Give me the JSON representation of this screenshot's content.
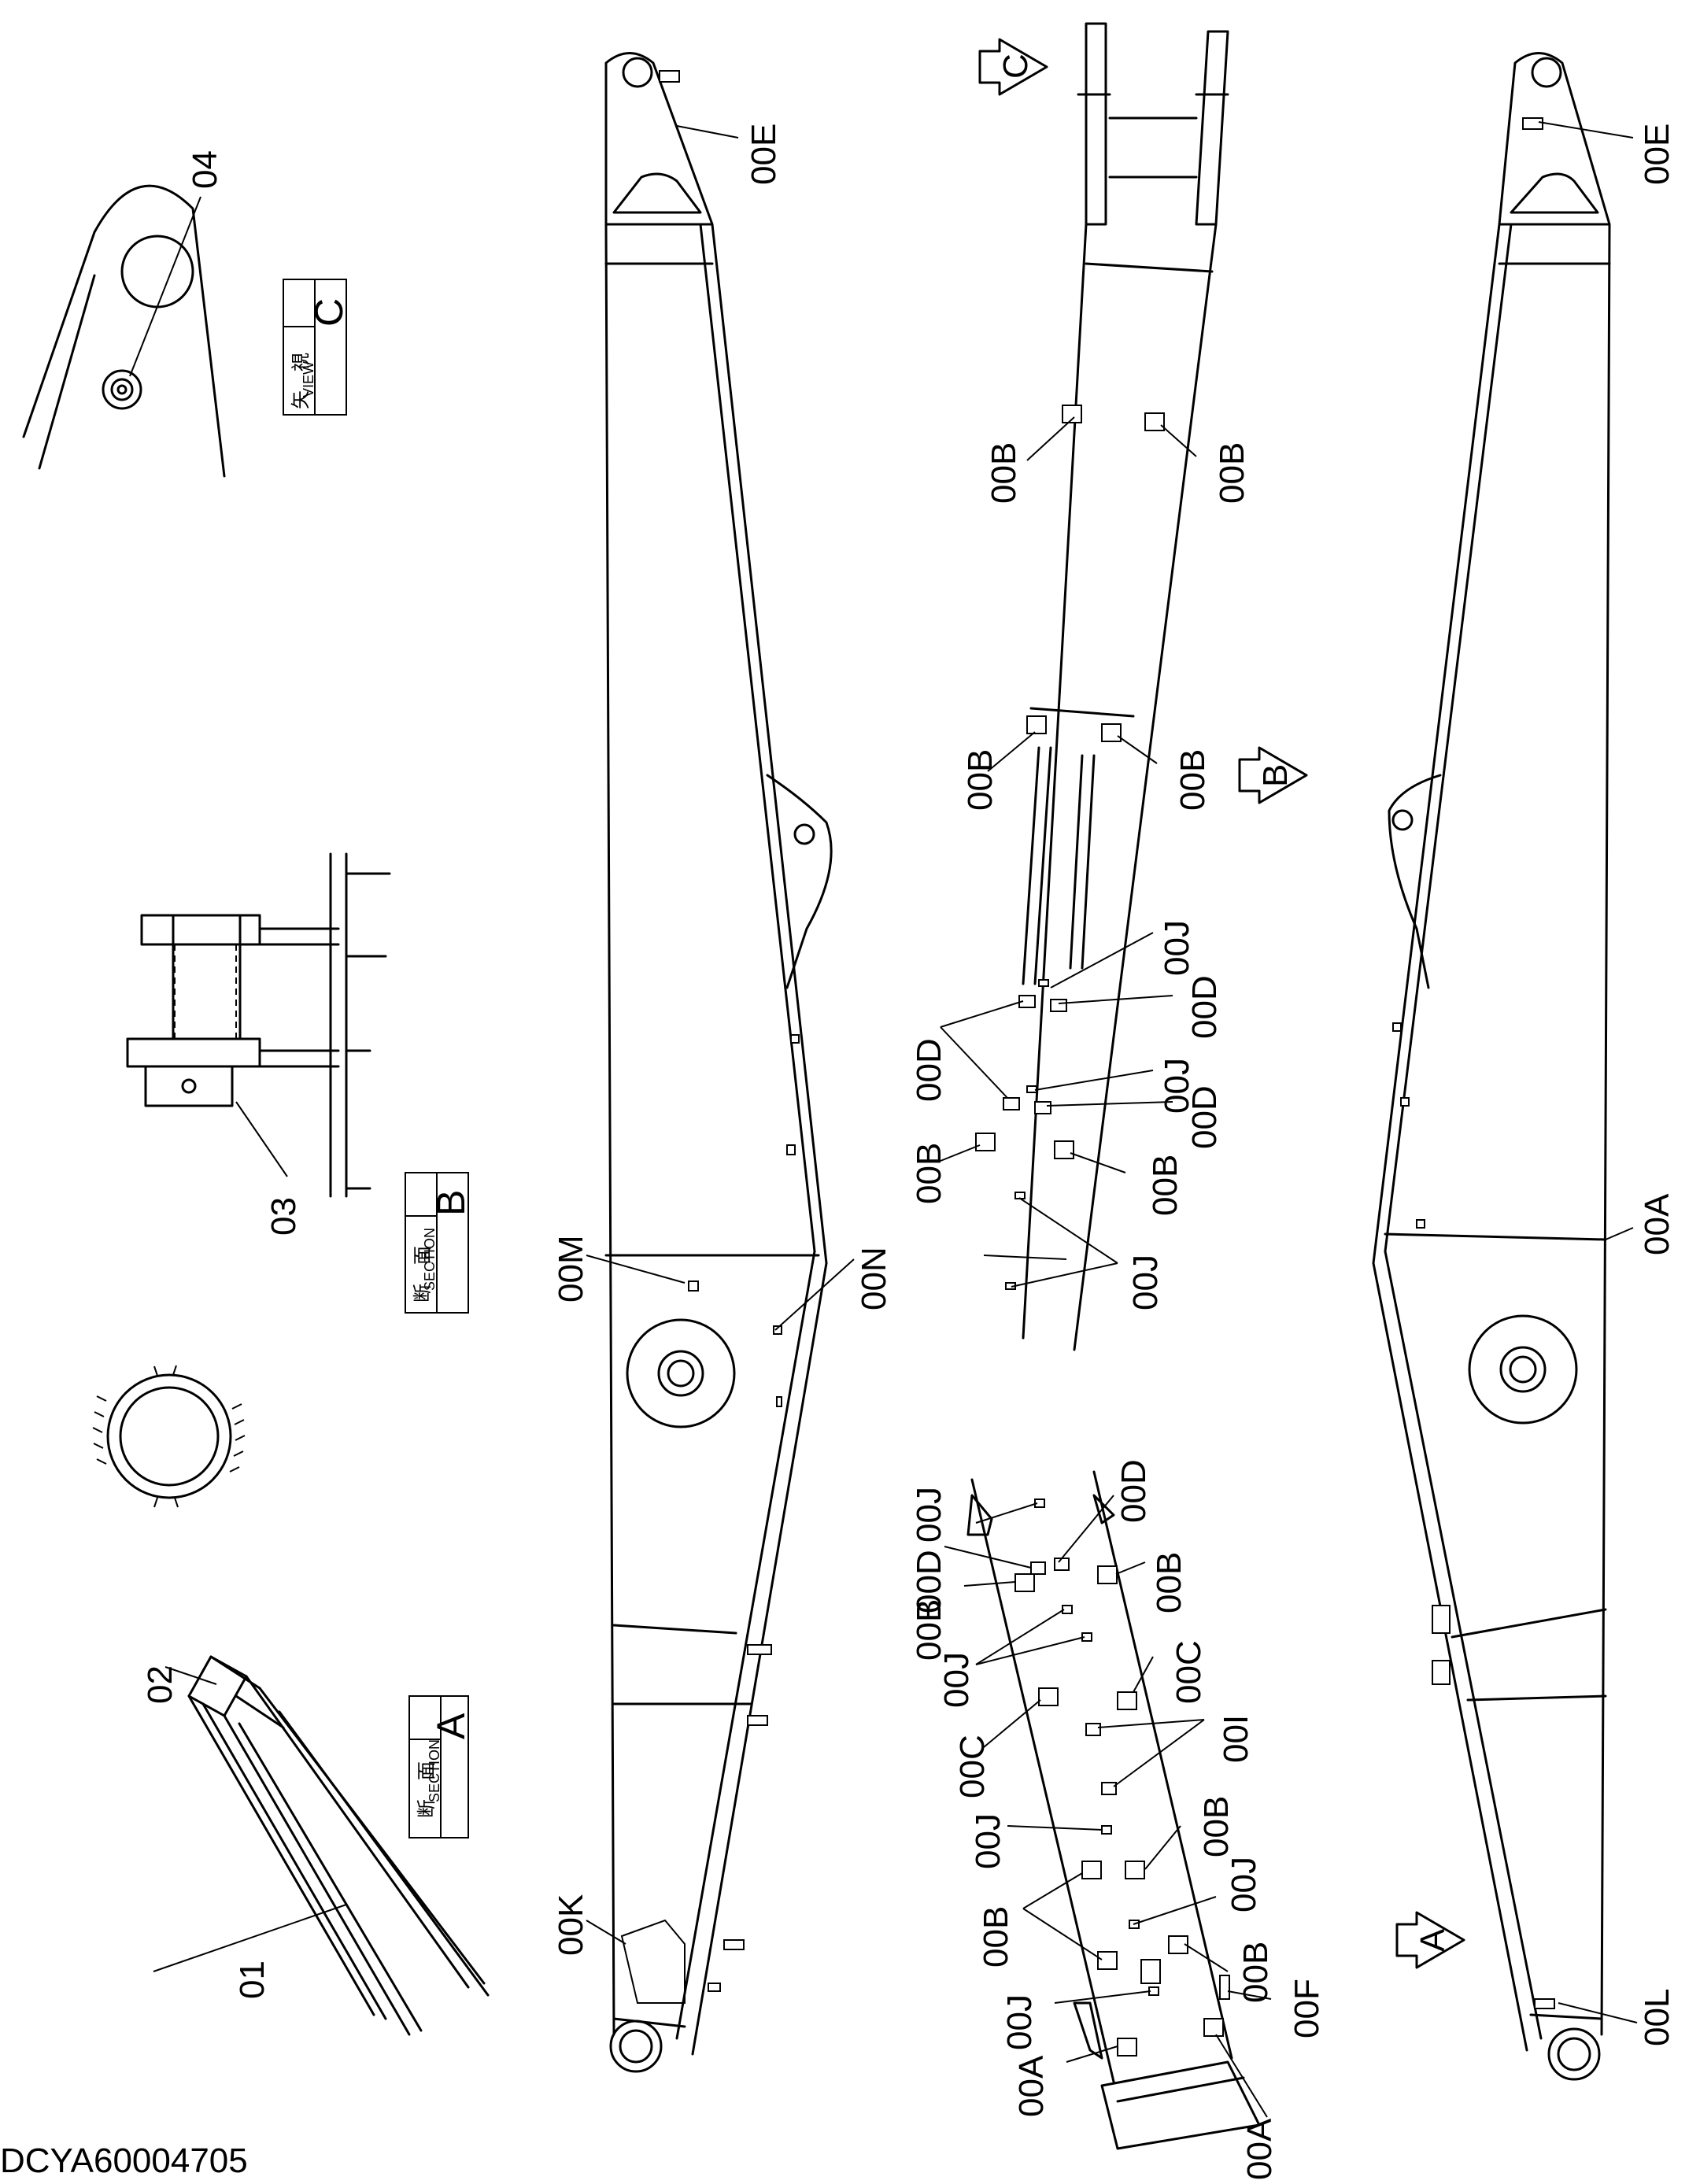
{
  "drawing_number": "DCYA60004705",
  "detail_views": {
    "section_a": {
      "cjk": "断　面",
      "caption": "SECTION",
      "letter": "A"
    },
    "section_b": {
      "cjk": "断　面",
      "caption": "SECTION",
      "letter": "B"
    },
    "view_c": {
      "cjk": "矢　視",
      "caption": "VIEW",
      "letter": "C"
    }
  },
  "view_arrows": {
    "a": "A",
    "b": "B",
    "c": "C"
  },
  "part_numbers": {
    "p01": "01",
    "p02": "02",
    "p03": "03",
    "p04": "04"
  },
  "label_codes": {
    "a": "00A",
    "b": "00B",
    "c": "00C",
    "d": "00D",
    "e": "00E",
    "f": "00F",
    "i": "00I",
    "j": "00J",
    "k": "00K",
    "l": "00L",
    "m": "00M",
    "n": "00N"
  }
}
